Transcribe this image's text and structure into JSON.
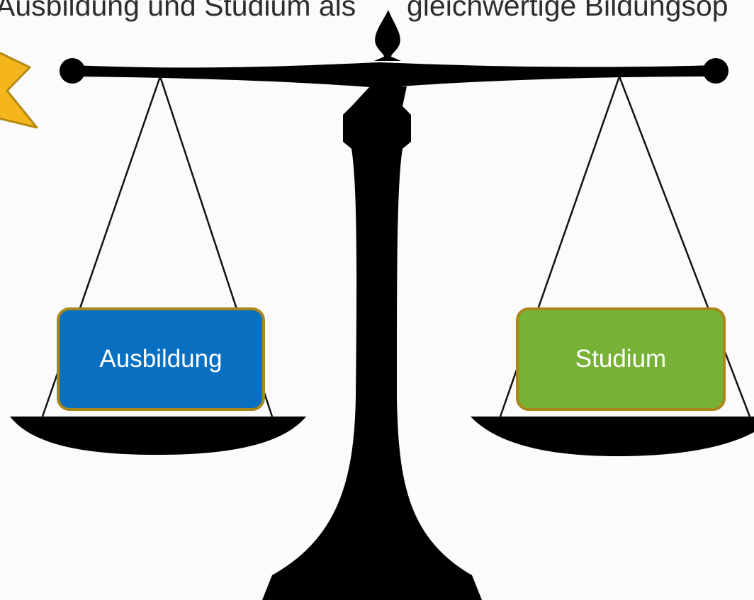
{
  "headline": {
    "part_1": "Ausbildung und Studium als",
    "part_2": "gleichwertige Bildungsop"
  },
  "pans": {
    "left_label": "Ausbildung",
    "right_label": "Studium"
  },
  "colors": {
    "left_box_fill": "#0970c1",
    "right_box_fill": "#77b135",
    "box_border": "#a8871b",
    "scale_silhouette": "#000000",
    "star_fill": "#f5b51c",
    "star_border": "#b58a13"
  },
  "icons": {
    "scale": "balance-scale-icon",
    "star": "star-burst-icon"
  }
}
